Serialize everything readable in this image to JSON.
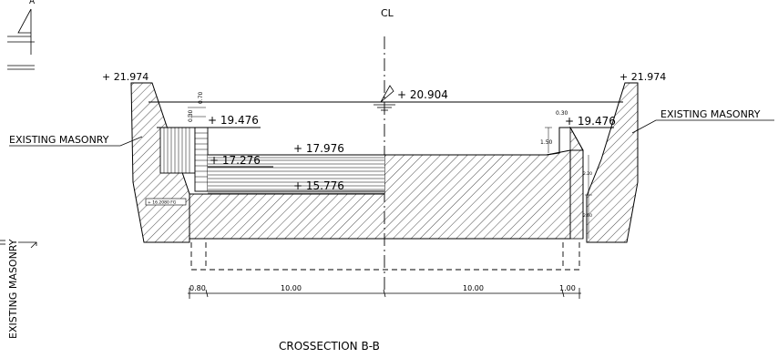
{
  "section_marker": {
    "letter": "A"
  },
  "centerline": {
    "label": "CL"
  },
  "levels": {
    "top_left": "+ 21.974",
    "top_right": "+ 21.974",
    "water": "+ 20.904",
    "ledge_left": "+ 19.476",
    "ledge_right": "+ 19.476",
    "step": "+ 17.976",
    "mid": "+ 17.276",
    "bottom": "+ 15.776"
  },
  "small_dims": {
    "d030_left": "0.30",
    "d070_left": "0.70",
    "d030_right": "0.30",
    "d150": "1.50",
    "d220": "2.20",
    "d250": "2.50",
    "tag": "+ 16.2080 FG"
  },
  "labels": {
    "existing_left": "EXISTING MASONRY",
    "existing_right": "EXISTING MASONRY",
    "existing_vertical": "EXISTING MASONRY",
    "title": "CROSSECTION B-B"
  },
  "horizontal_dims": {
    "left_edge": "0.80",
    "left_span": "10.00",
    "right_span": "10.00",
    "right_edge": "1.00"
  }
}
